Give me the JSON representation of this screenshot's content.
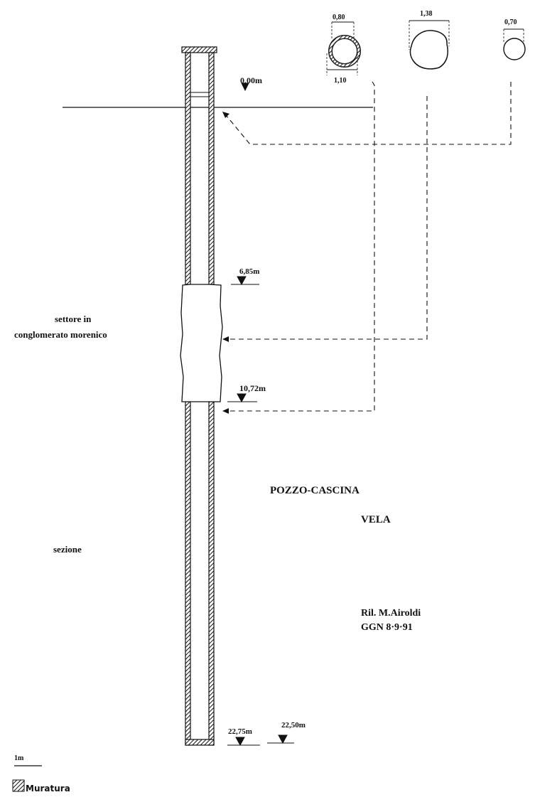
{
  "title": "POZZO-CASCINA",
  "subtitle": "VELA",
  "view_label": "sezione",
  "sector_label_line1": "settore in",
  "sector_label_line2": "conglomerato morenico",
  "credit_line1": "Ril. M.Airoldi",
  "credit_line2": "GGN 8·9·91",
  "levels": [
    "0,00m",
    "6,85m",
    "10,72m",
    "22,75m",
    "22,50m"
  ],
  "sections": {
    "masonry_inner": "0,80",
    "masonry_outer": "1,10",
    "conglomerate": "1,38",
    "bottom": "0,70"
  },
  "scale_label": "1m",
  "legend_label": "Muratura"
}
